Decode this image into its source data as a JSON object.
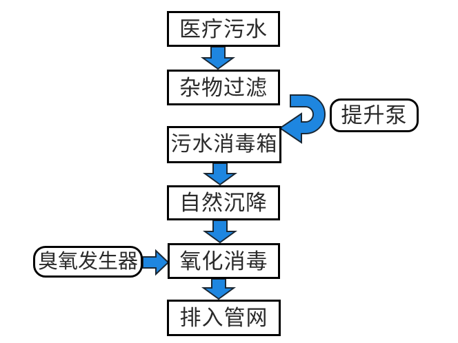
{
  "diagram": {
    "type": "flowchart",
    "background_color": "#ffffff",
    "box_border_color": "#000000",
    "text_color": "#2a2a2a",
    "arrow_fill_color": "#1e86e0",
    "arrow_outline_color": "#1a2733",
    "process_steps": [
      {
        "label": "医疗污水"
      },
      {
        "label": "杂物过滤"
      },
      {
        "label": "污水消毒箱"
      },
      {
        "label": "自然沉降"
      },
      {
        "label": "氧化消毒"
      },
      {
        "label": "排入管网"
      }
    ],
    "side_nodes": [
      {
        "label": "提升泵"
      },
      {
        "label": "臭氧发生器"
      }
    ],
    "edges": [
      {
        "from": "医疗污水",
        "to": "杂物过滤",
        "style": "straight-down"
      },
      {
        "from": "杂物过滤",
        "to": "污水消毒箱",
        "style": "u-turn-right",
        "via": "提升泵"
      },
      {
        "from": "污水消毒箱",
        "to": "自然沉降",
        "style": "straight-down"
      },
      {
        "from": "自然沉降",
        "to": "氧化消毒",
        "style": "straight-down"
      },
      {
        "from": "臭氧发生器",
        "to": "氧化消毒",
        "style": "straight-right"
      },
      {
        "from": "氧化消毒",
        "to": "排入管网",
        "style": "straight-down"
      }
    ]
  }
}
